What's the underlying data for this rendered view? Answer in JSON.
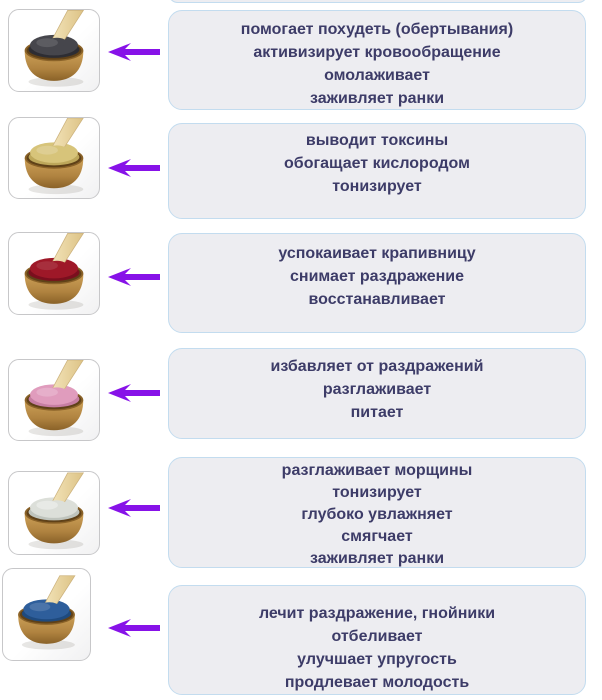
{
  "title": "Свойства косметических глин (инфографика)",
  "colors": {
    "arrow": "#8712e8",
    "arrow_edge": "#6b0ac0",
    "text": "#3d3c68",
    "box_bg": "#ededf1",
    "box_border": "#c3dcef",
    "tile_border": "#c7c7c9"
  },
  "rows": [
    {
      "clay": {
        "name": "black-clay",
        "base": "#46464c",
        "dark": "#2d2d33"
      },
      "benefits": [
        "помогает похудеть (обертывания)",
        "активизирует кровообращение",
        "омолаживает",
        "заживляет ранки"
      ]
    },
    {
      "clay": {
        "name": "yellow-clay",
        "base": "#d7c47a",
        "dark": "#bda75a"
      },
      "benefits": [
        "выводит токсины",
        "обогащает кислородом",
        "тонизирует"
      ]
    },
    {
      "clay": {
        "name": "red-clay",
        "base": "#9e1828",
        "dark": "#7a0f1e"
      },
      "benefits": [
        "успокаивает крапивницу",
        "снимает раздражение",
        "восстанавливает"
      ]
    },
    {
      "clay": {
        "name": "pink-clay",
        "base": "#e09cbd",
        "dark": "#c67ea3"
      },
      "benefits": [
        "избавляет от раздражений",
        "разглаживает",
        "питает"
      ]
    },
    {
      "clay": {
        "name": "white-clay",
        "base": "#dcdfd9",
        "dark": "#bfc4bd"
      },
      "benefits": [
        "разглаживает морщины",
        "тонизирует",
        "глубоко увлажняет",
        "смягчает",
        "заживляет ранки"
      ]
    },
    {
      "clay": {
        "name": "blue-clay",
        "base": "#2e5e9b",
        "dark": "#1f4a7e"
      },
      "benefits": [
        "лечит раздражение, гнойники",
        "отбеливает",
        "улучшает упругость",
        "продлевает молодость"
      ]
    }
  ]
}
